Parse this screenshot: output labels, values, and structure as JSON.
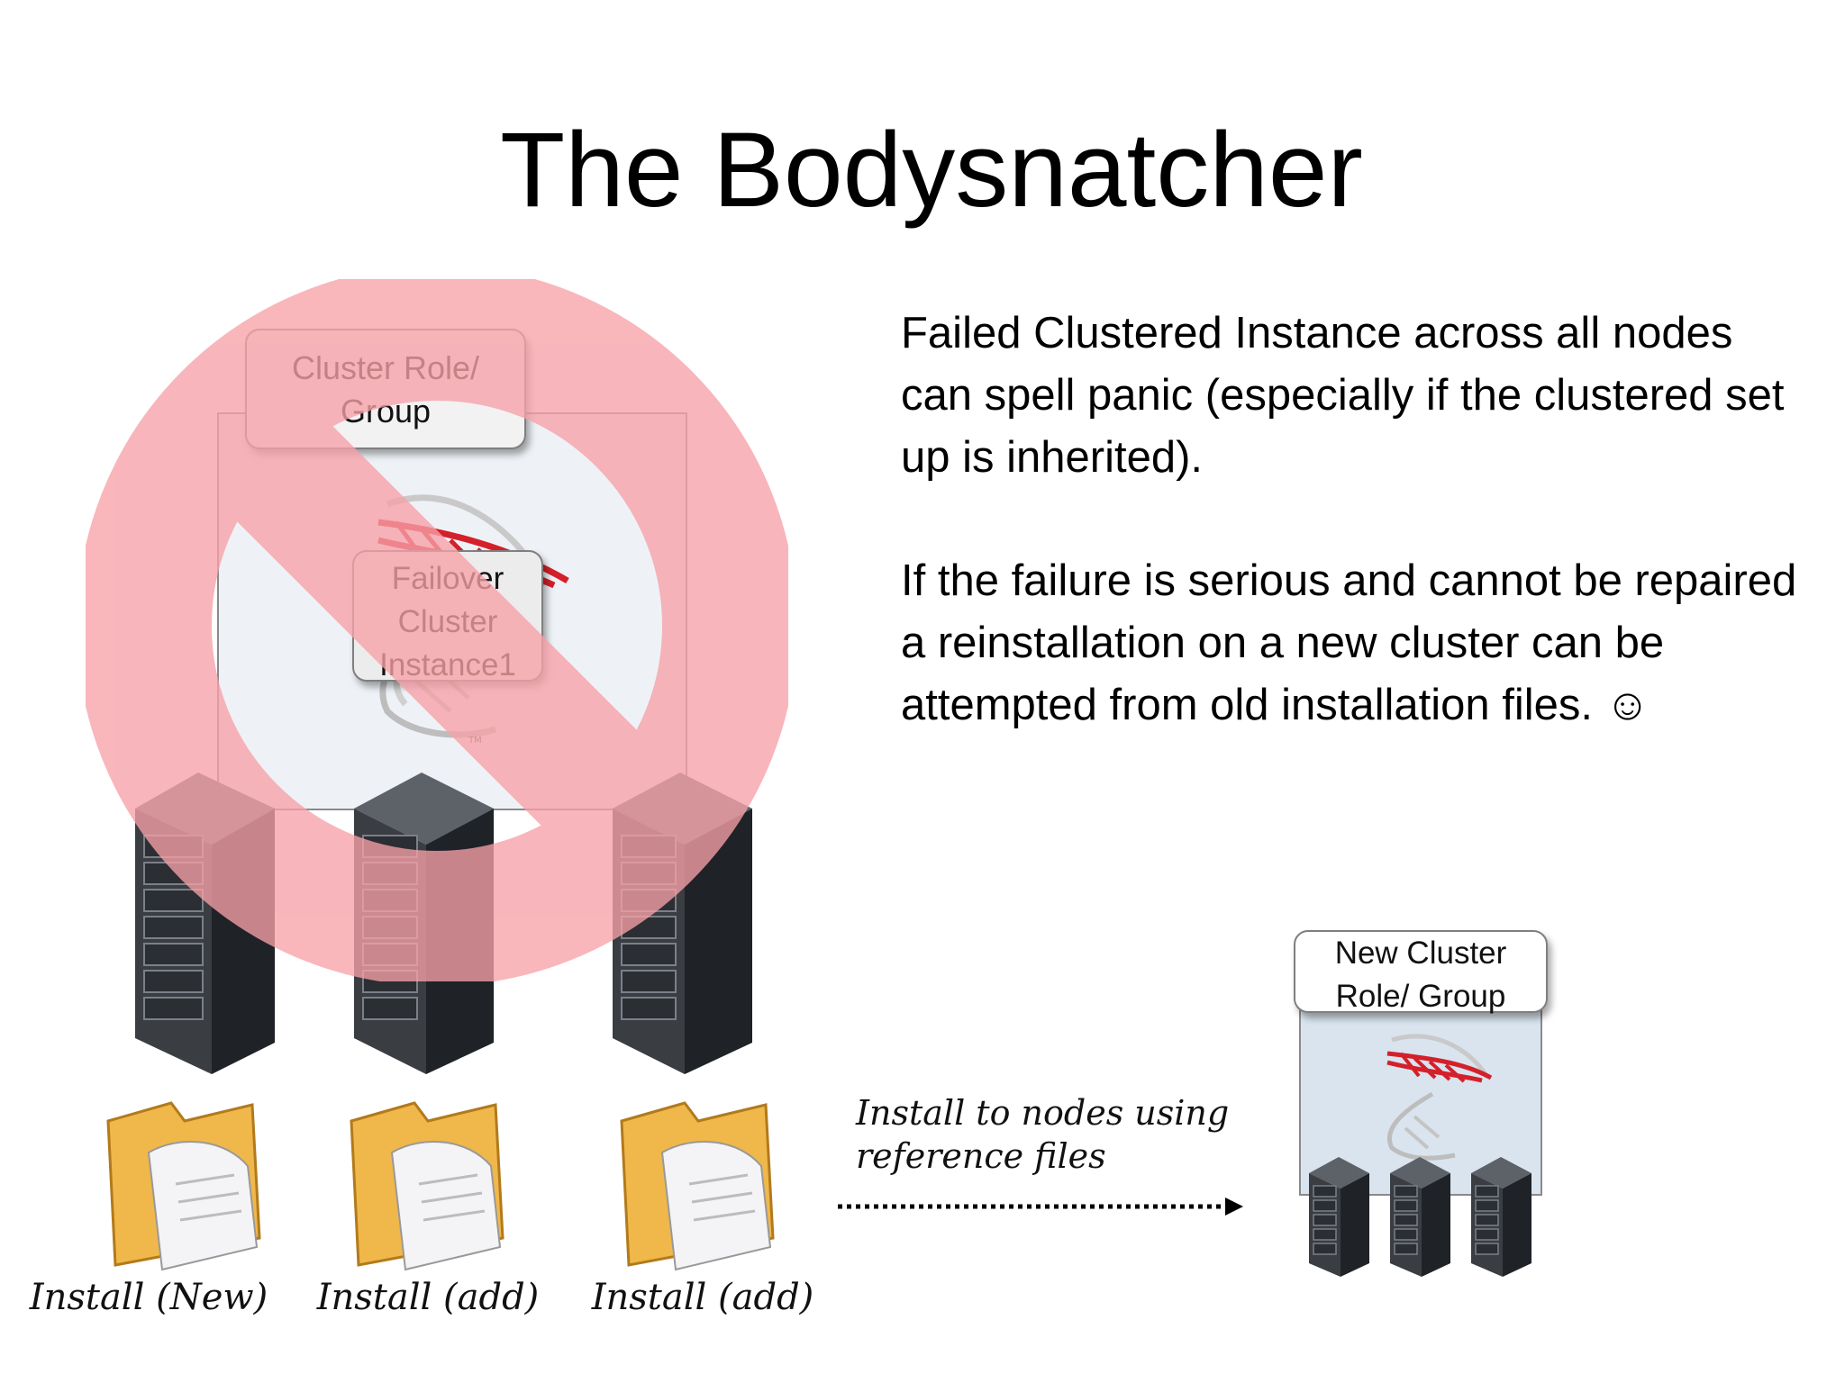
{
  "title": "The Bodysnatcher",
  "paragraph1": "Failed Clustered Instance across all nodes can spell panic (especially if the clustered set up is inherited).",
  "paragraph2": "If the failure is serious and cannot be repaired a reinstallation on a new cluster can be attempted from old installation files. ☺",
  "old_cluster": {
    "role_label": "Cluster Role/ Group",
    "instance_label": "Failover Cluster Instance1"
  },
  "new_cluster": {
    "role_label": "New Cluster Role/ Group"
  },
  "install_labels": [
    "Install (New)",
    "Install (add)",
    "Install (add)"
  ],
  "install_note": "Install to nodes using reference files",
  "colors": {
    "no_sign": "#f7a1a8",
    "sql_red": "#d4202a",
    "folder": "#f0b84a",
    "server_dark": "#2e3136",
    "group_fill": "#d9e4ef"
  },
  "icons": [
    "no-entry-sign-icon",
    "sql-server-logo-icon",
    "server-rack-icon",
    "folder-with-document-icon",
    "dotted-arrow-icon"
  ]
}
